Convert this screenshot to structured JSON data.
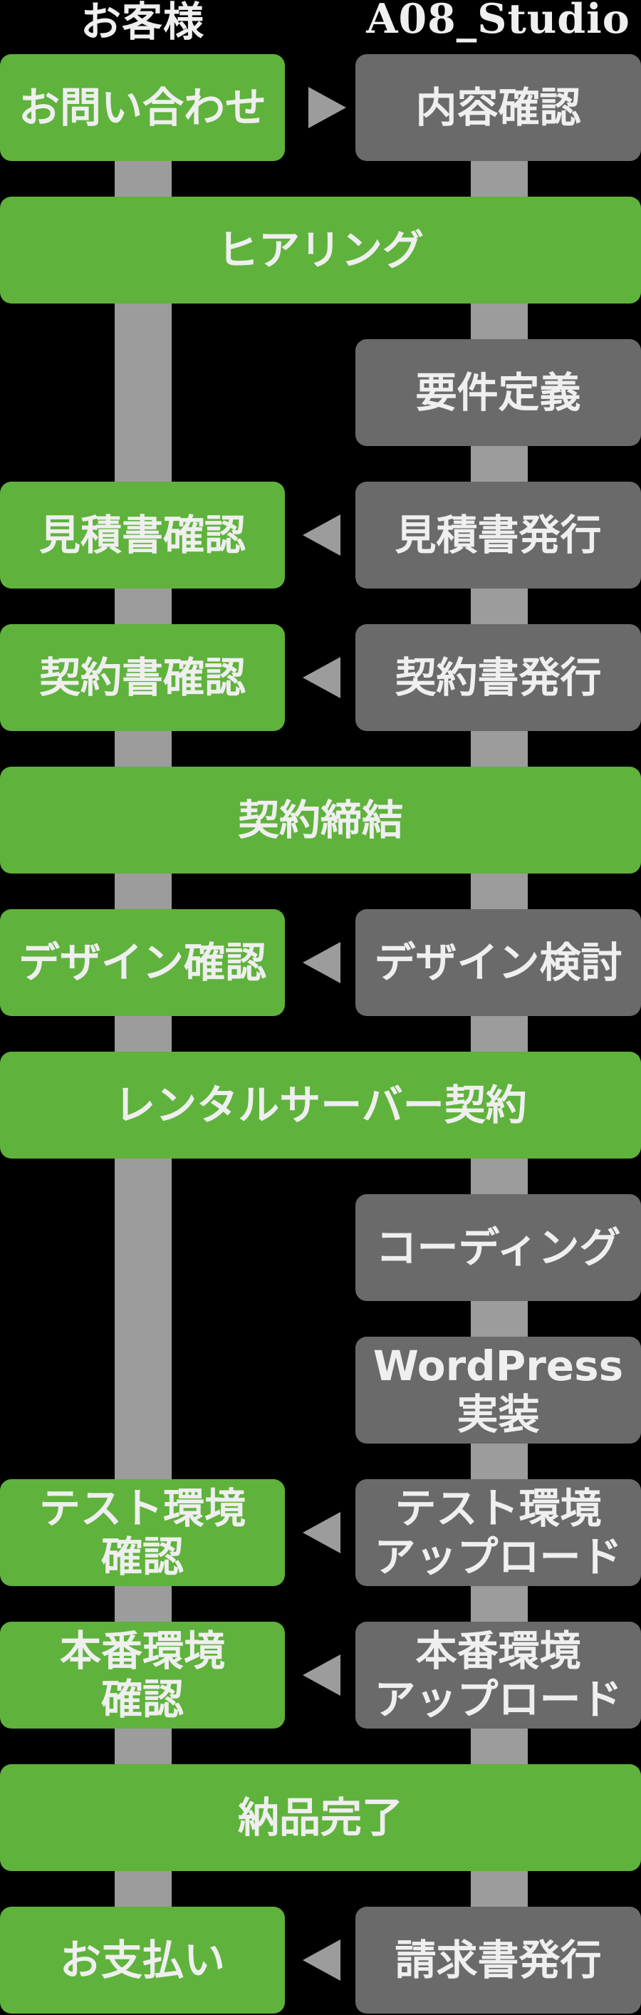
{
  "header": {
    "left": "お客様",
    "right": "A08_Studio"
  },
  "colors": {
    "customer_step": "#5fb23c",
    "studio_step": "#6a6a6a",
    "timeline_and_arrows": "#9c9c9c",
    "text": "#efefef",
    "background": "#000000"
  },
  "rows": [
    {
      "type": "pair",
      "left": "お問い合わせ",
      "right": "内容確認",
      "arrow": "right"
    },
    {
      "type": "full",
      "label": "ヒアリング"
    },
    {
      "type": "right-only",
      "right": "要件定義"
    },
    {
      "type": "pair",
      "left": "見積書確認",
      "right": "見積書発行",
      "arrow": "left"
    },
    {
      "type": "pair",
      "left": "契約書確認",
      "right": "契約書発行",
      "arrow": "left"
    },
    {
      "type": "full",
      "label": "契約締結"
    },
    {
      "type": "pair",
      "left": "デザイン確認",
      "right": "デザイン検討",
      "arrow": "left"
    },
    {
      "type": "full",
      "label": "レンタルサーバー契約"
    },
    {
      "type": "right-only",
      "right": "コーディング"
    },
    {
      "type": "right-only",
      "right": "WordPress\n実装"
    },
    {
      "type": "pair",
      "left": "テスト環境\n確認",
      "right": "テスト環境\nアップロード",
      "arrow": "left"
    },
    {
      "type": "pair",
      "left": "本番環境\n確認",
      "right": "本番環境\nアップロード",
      "arrow": "left"
    },
    {
      "type": "full",
      "label": "納品完了"
    },
    {
      "type": "pair",
      "left": "お支払い",
      "right": "請求書発行",
      "arrow": "left"
    }
  ]
}
